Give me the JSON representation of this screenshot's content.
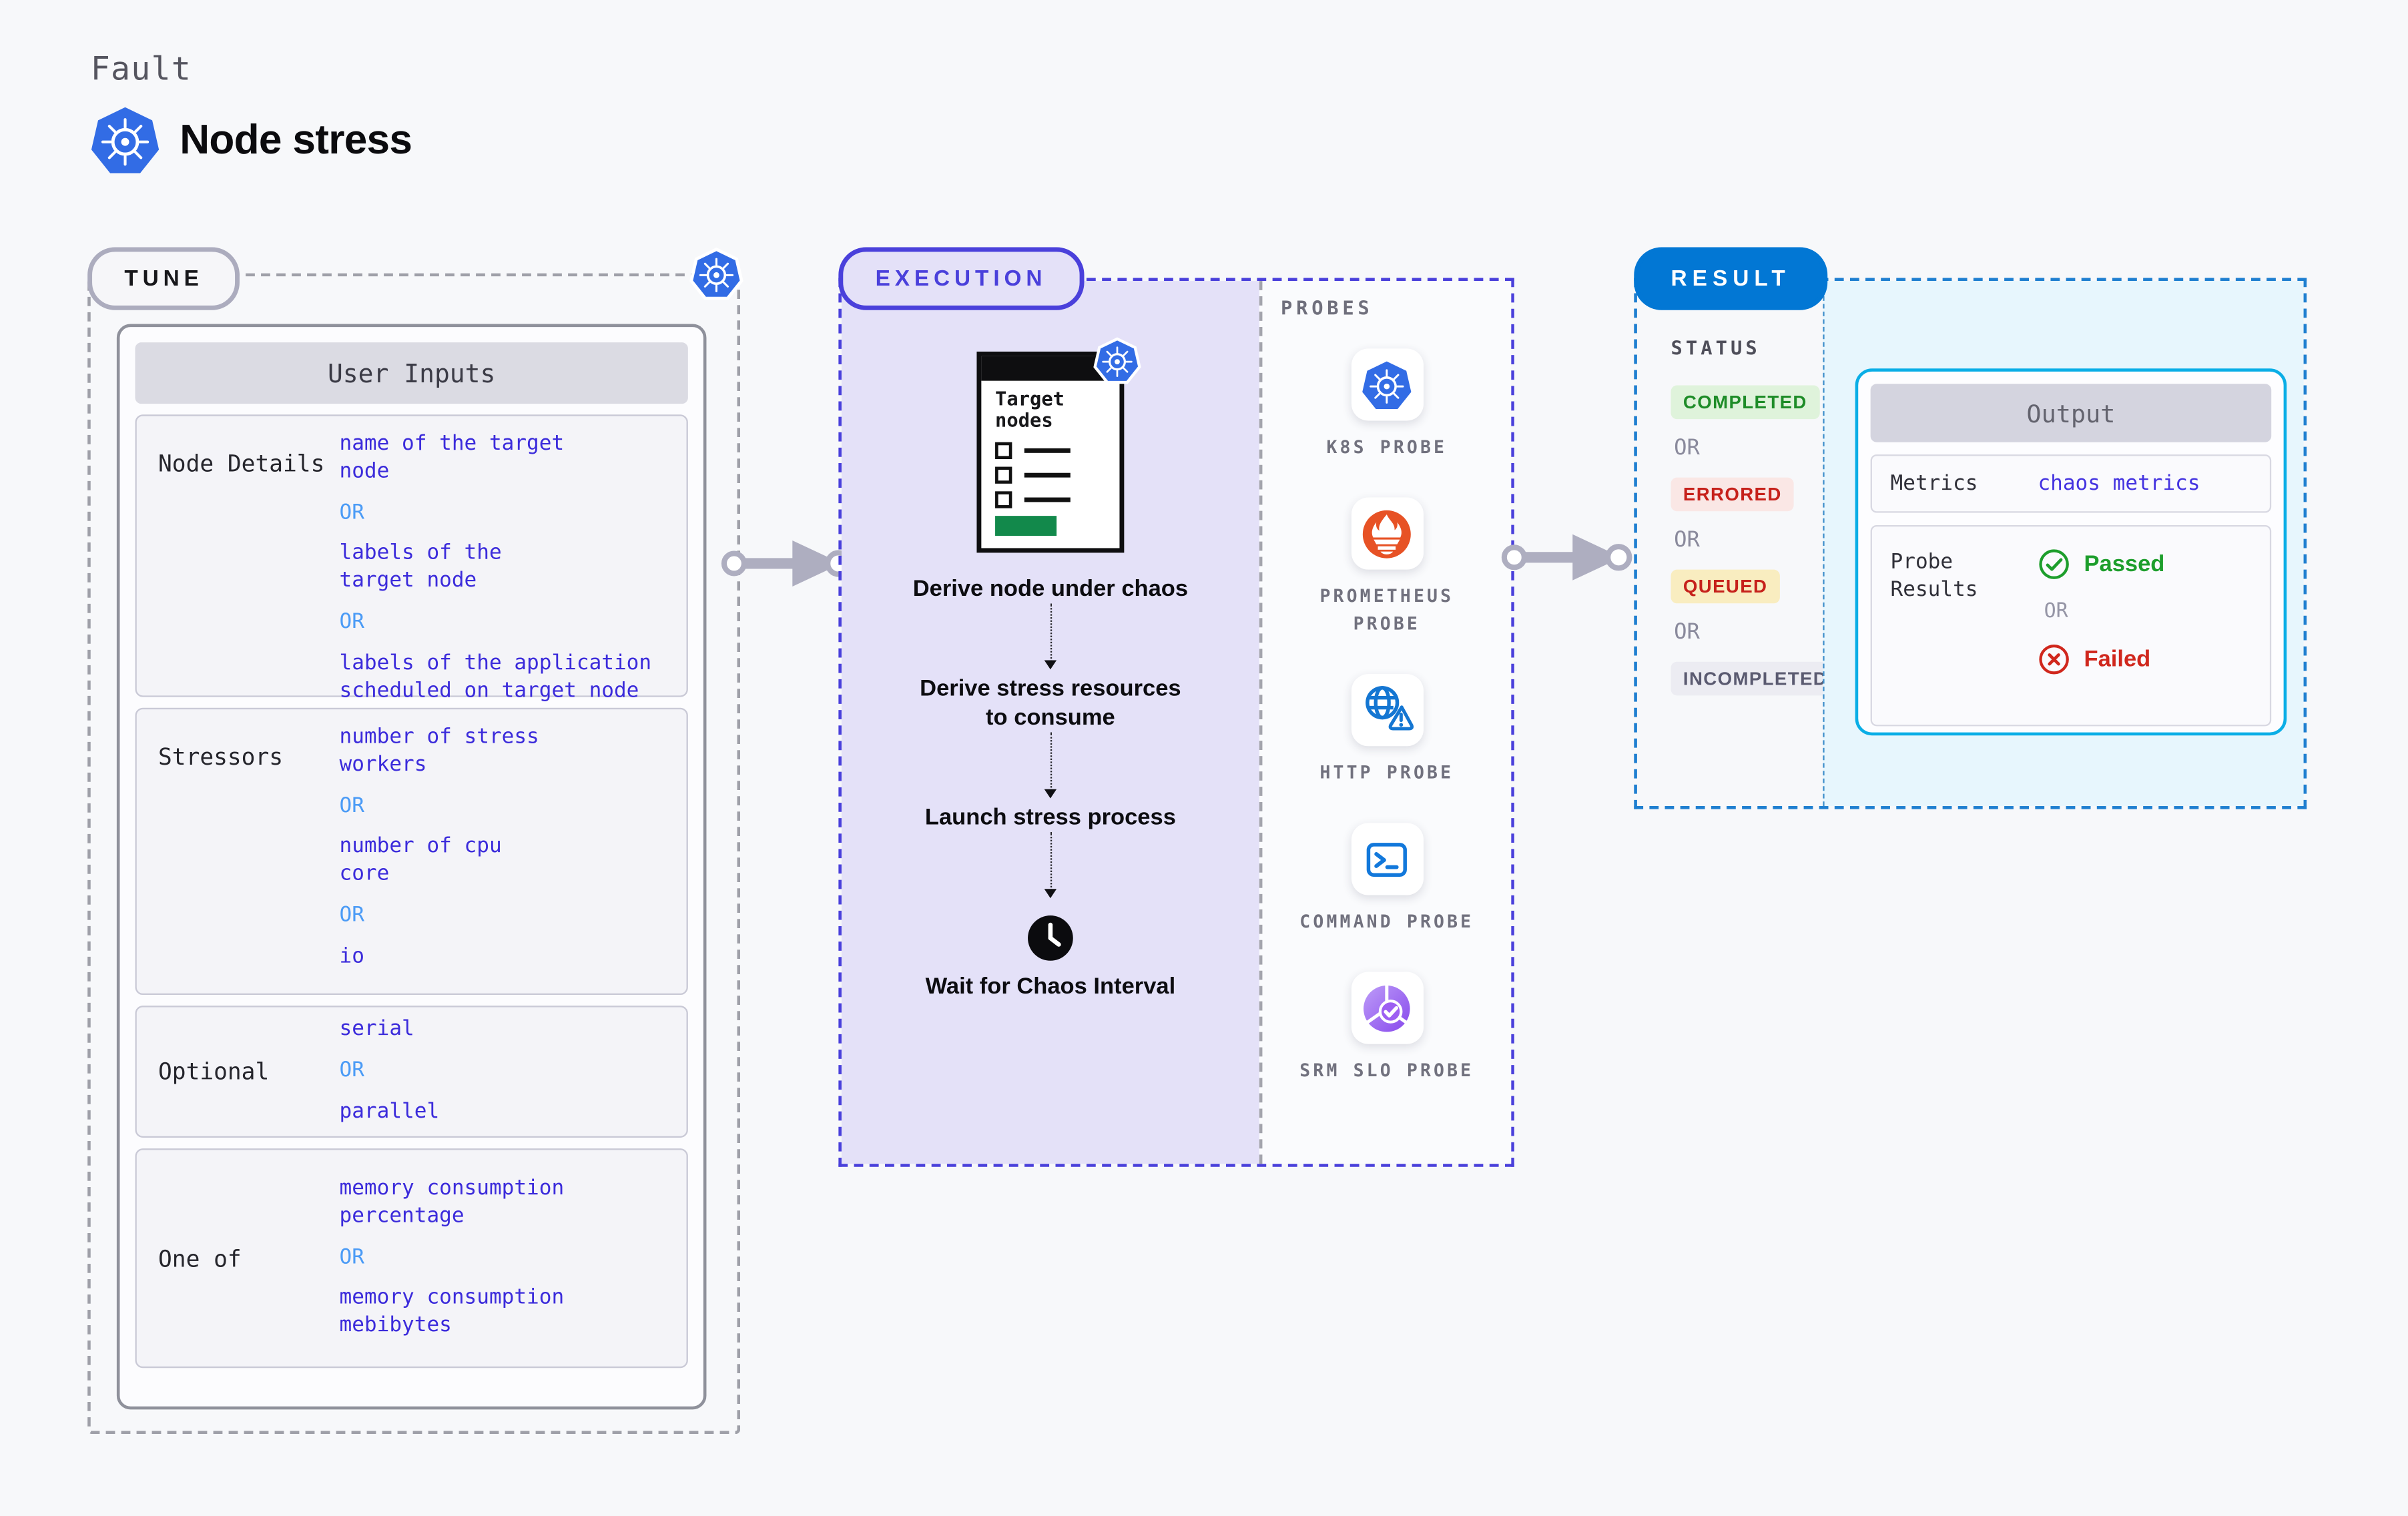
{
  "header": {
    "eyebrow": "Fault",
    "title": "Node stress"
  },
  "tune": {
    "label": "TUNE",
    "table_title": "User Inputs",
    "rows": [
      {
        "label": "Node Details",
        "values": [
          "name of the target\nnode",
          "OR",
          "labels of the\ntarget node",
          "OR",
          "labels of the application\nscheduled on target node"
        ]
      },
      {
        "label": "Stressors",
        "values": [
          "number of stress\nworkers",
          "OR",
          "number of cpu\ncore",
          "OR",
          "io"
        ]
      },
      {
        "label": "Optional",
        "values": [
          "serial",
          "OR",
          "parallel"
        ]
      },
      {
        "label": "One of",
        "values": [
          "memory consumption\npercentage",
          "OR",
          "memory consumption\nmebibytes"
        ]
      }
    ]
  },
  "execution": {
    "label": "EXECUTION",
    "target_list_title": "Target\nnodes",
    "steps": [
      "Derive node under chaos",
      "Derive stress resources to consume",
      "Launch stress process",
      "Wait for Chaos Interval"
    ]
  },
  "probes": {
    "label": "PROBES",
    "items": [
      {
        "name": "K8S PROBE",
        "icon": "kubernetes-icon"
      },
      {
        "name": "PROMETHEUS PROBE",
        "icon": "prometheus-icon"
      },
      {
        "name": "HTTP PROBE",
        "icon": "http-probe-icon"
      },
      {
        "name": "COMMAND PROBE",
        "icon": "command-probe-icon"
      },
      {
        "name": "SRM SLO PROBE",
        "icon": "srm-slo-probe-icon"
      }
    ]
  },
  "result": {
    "label": "RESULT",
    "status_label": "STATUS",
    "statuses": [
      {
        "label": "COMPLETED",
        "kind": "completed"
      },
      {
        "label": "OR",
        "kind": "or"
      },
      {
        "label": "ERRORED",
        "kind": "errored"
      },
      {
        "label": "OR",
        "kind": "or"
      },
      {
        "label": "QUEUED",
        "kind": "queued"
      },
      {
        "label": "OR",
        "kind": "or"
      },
      {
        "label": "INCOMPLETED",
        "kind": "incompleted"
      }
    ],
    "output": {
      "title": "Output",
      "metrics_label": "Metrics",
      "metrics_value": "chaos metrics",
      "probe_results_label": "Probe\nResults",
      "passed_label": "Passed",
      "or_label": "OR",
      "failed_label": "Failed"
    }
  },
  "colors": {
    "accent_indigo": "#4A40DB",
    "value_indigo": "#3B2BDB",
    "or_blue": "#4B9BF6",
    "result_blue": "#0277D4",
    "output_border_cyan": "#0AAEE6",
    "passed_green": "#1D9E2C",
    "failed_red": "#D0271D",
    "queued_yellow_bg": "#F9EDC0",
    "kubernetes_blue": "#326CE5",
    "prometheus_orange": "#E75225"
  }
}
